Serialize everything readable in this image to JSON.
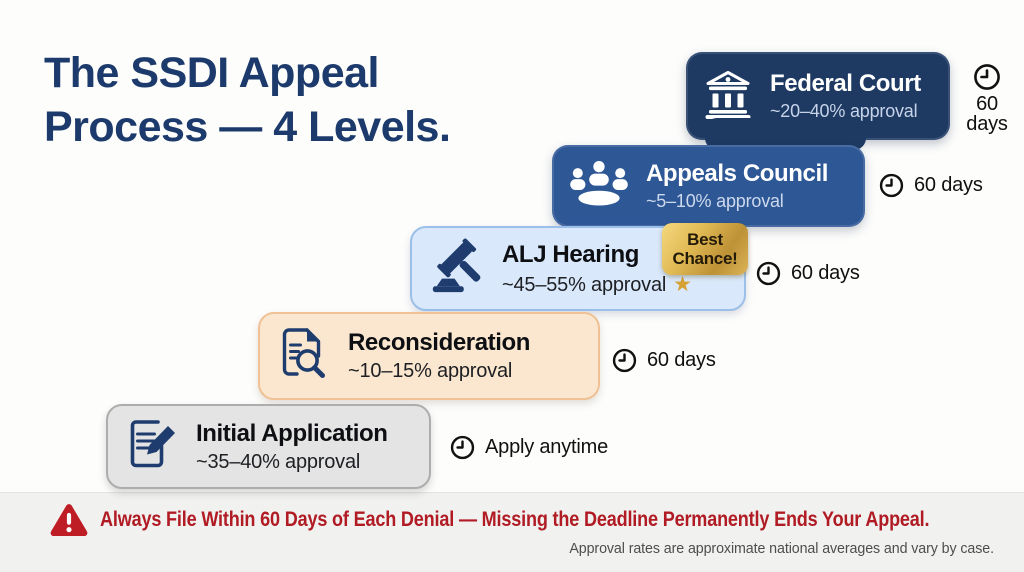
{
  "page": {
    "title": "The SSDI Appeal\nProcess — 4 Levels."
  },
  "levels": [
    {
      "name": "Initial Application",
      "approval": "~35–40% approval",
      "timing": "Apply anytime",
      "icon": "document-pencil-icon"
    },
    {
      "name": "Reconsideration",
      "approval": "~10–15% approval",
      "timing": "60 days",
      "icon": "document-search-icon"
    },
    {
      "name": "ALJ Hearing",
      "approval": "~45–55% approval",
      "timing": "60 days",
      "icon": "gavel-icon",
      "badge": "Best Chance!",
      "star": "★"
    },
    {
      "name": "Appeals Council",
      "approval": "~5–10% approval",
      "timing": "60 days",
      "icon": "group-meeting-icon"
    },
    {
      "name": "Federal Court",
      "approval": "~20–40% approval",
      "timing": "60 days",
      "icon": "courthouse-icon"
    }
  ],
  "footer": {
    "warning": "Always File Within 60 Days of Each Denial — Missing the Deadline Permanently Ends Your Appeal.",
    "disclaimer": "Approval rates are approximate national averages and vary by case."
  },
  "colors": {
    "title_navy": "#1c3a6b",
    "federal_card": "#1e3a63",
    "appeals_card": "#2e5796",
    "alj_card_bg": "#d9e8fa",
    "recon_card_bg": "#fbe7d0",
    "initial_card_bg": "#e4e4e4",
    "badge_gold": "#d9af4a",
    "warning_red": "#b01b24",
    "star_gold": "#d7a032"
  }
}
